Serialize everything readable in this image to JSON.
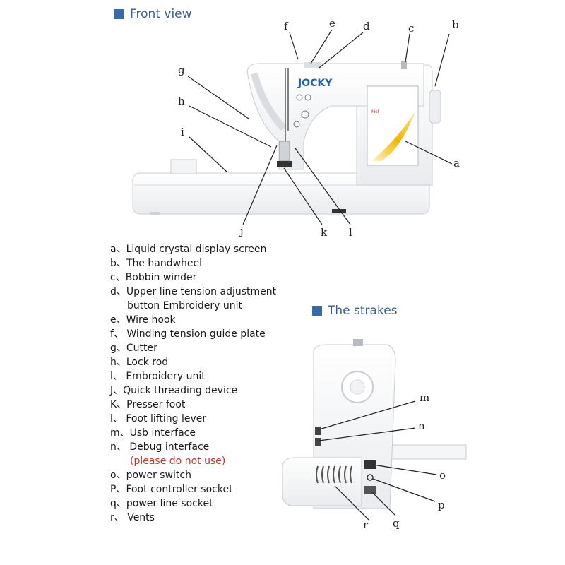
{
  "front_view": {
    "title": "Front view",
    "brand": "JOCKY",
    "callouts": [
      "a",
      "b",
      "c",
      "d",
      "e",
      "f",
      "g",
      "h",
      "i",
      "j",
      "k",
      "l"
    ]
  },
  "side_view": {
    "title": "The strakes",
    "callouts": [
      "m",
      "n",
      "o",
      "p",
      "q",
      "r"
    ]
  },
  "legend": [
    {
      "text": "a、Liquid crystal display screen"
    },
    {
      "text": "b、The handwheel"
    },
    {
      "text": "c、Bobbin winder"
    },
    {
      "text": "d、Upper line tension adjustment"
    },
    {
      "text": "button Embroidery unit",
      "continuation": true
    },
    {
      "text": "e、Wire hook"
    },
    {
      "text": "f、 Winding tension guide plate"
    },
    {
      "text": "g、Cutter"
    },
    {
      "text": "h、Lock rod"
    },
    {
      "text": "l、 Embroidery unit"
    },
    {
      "text": "J、Quick threading device"
    },
    {
      "text": "K、Presser foot"
    },
    {
      "text": "l、 Foot lifting lever"
    },
    {
      "text": "m、Usb interface"
    },
    {
      "text": "n、 Debug interface"
    },
    {
      "text": "(please do not use)",
      "warning": true
    },
    {
      "text": "o、power switch"
    },
    {
      "text": "P、Foot controller socket"
    },
    {
      "text": "q、power line socket"
    },
    {
      "text": "r、 Vents"
    }
  ],
  "colors": {
    "title_square": "#3a6aa8",
    "title_text": "#3a5f8f",
    "brand": "#1b5fb4",
    "warning": "#c0392b",
    "screen_accent": "#f2b705"
  }
}
